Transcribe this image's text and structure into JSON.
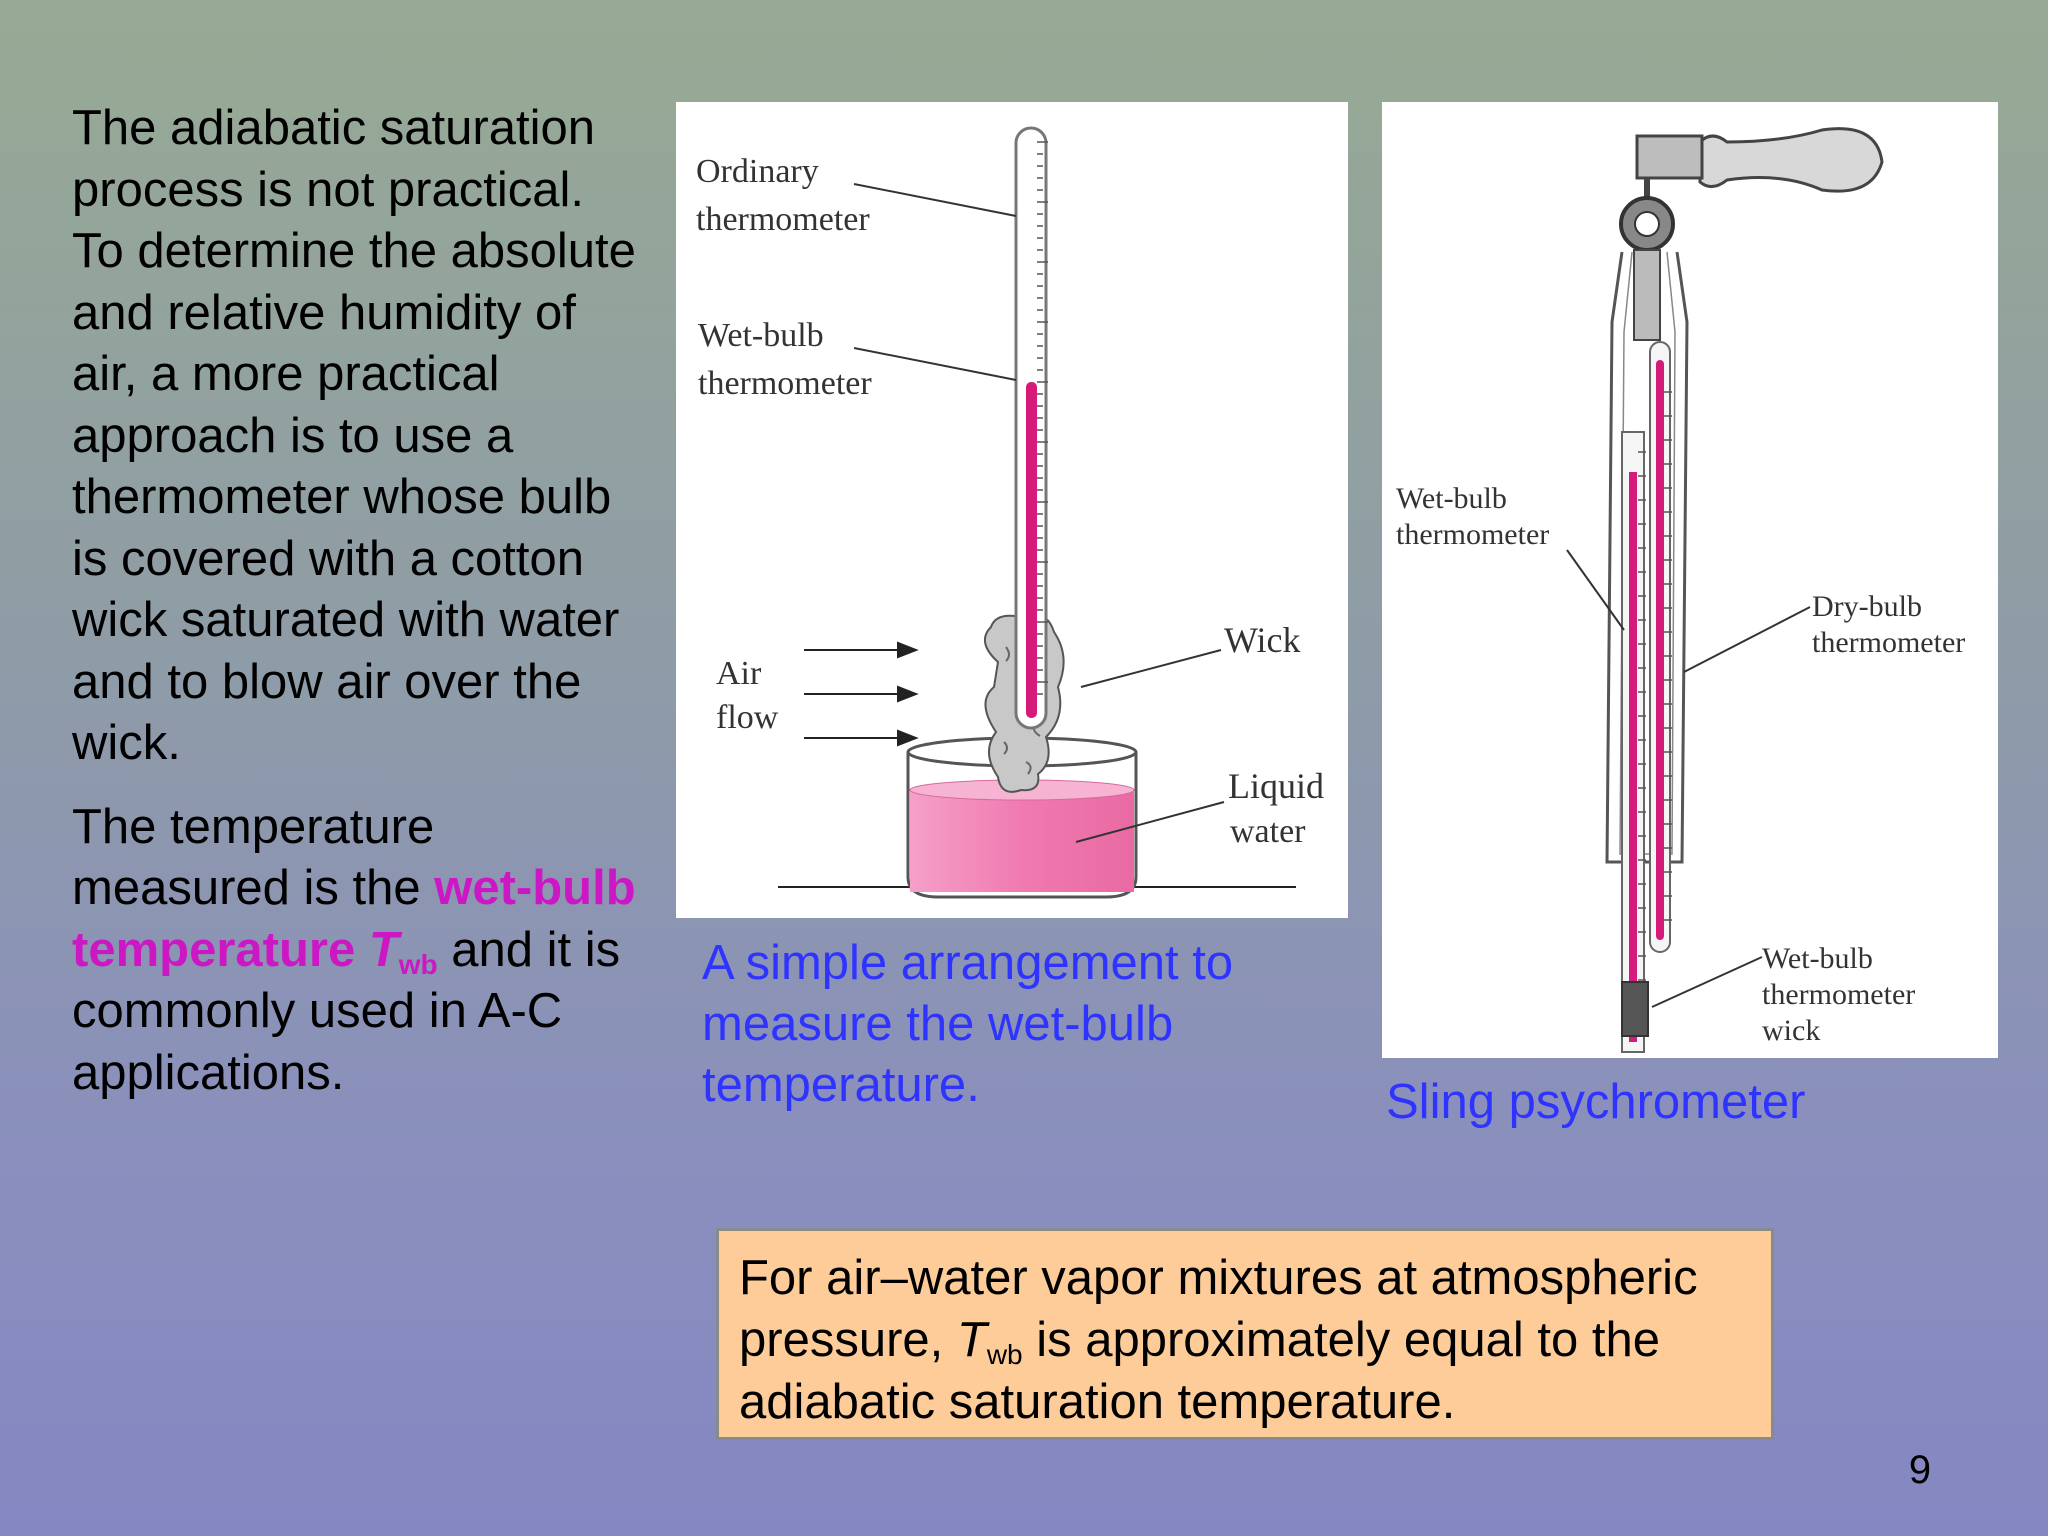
{
  "left_paragraph_1": "The adiabatic saturation process is not practical. To determine the absolute and relative humidity of air, a more practical approach is to use a thermometer whose bulb is covered with a cotton wick saturated with water and to blow air over the wick.",
  "left_paragraph_2": {
    "before": "The temperature measured is the ",
    "highlight": "wet-bulb temperature ",
    "symbol": "T",
    "subscript": "wb",
    "after": " and it is commonly used in A-C applications."
  },
  "figure1": {
    "labels": {
      "ordinary_1": "Ordinary",
      "ordinary_2": "thermometer",
      "wetbulb_1": "Wet-bulb",
      "wetbulb_2": "thermometer",
      "air_1": "Air",
      "air_2": "flow",
      "wick": "Wick",
      "liquid_1": "Liquid",
      "liquid_2": "water"
    },
    "caption": "A simple arrangement to measure the wet-bulb temperature."
  },
  "figure2": {
    "labels": {
      "wetbulb_1": "Wet-bulb",
      "wetbulb_2": "thermometer",
      "drybulb_1": "Dry-bulb",
      "drybulb_2": "thermometer",
      "wick_1": "Wet-bulb",
      "wick_2": "thermometer",
      "wick_3": "wick"
    },
    "caption": "Sling psychrometer"
  },
  "note": {
    "before": "For air–water vapor mixtures at atmospheric pressure, ",
    "symbol": "T",
    "subscript": "wb",
    "after": " is approximately equal to the adiabatic saturation temperature."
  },
  "page_number": "9",
  "colors": {
    "highlight": "#cc18c4",
    "caption": "#2f33ff",
    "note_background": "#fdcc98",
    "thermometer_fluid": "#d61a7a",
    "water": "#f07ab0"
  }
}
